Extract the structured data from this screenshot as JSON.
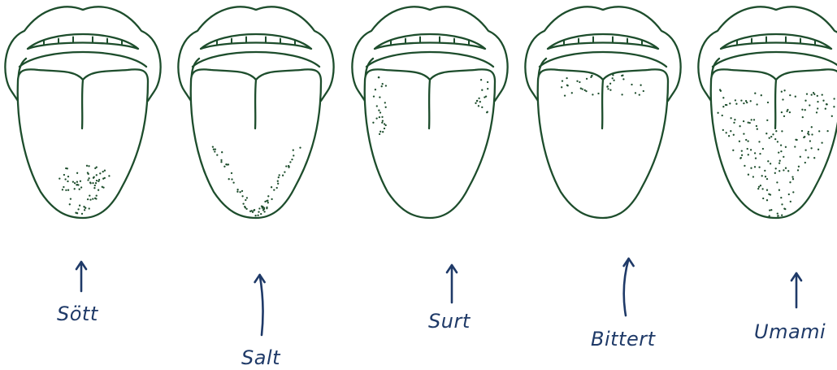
{
  "colors": {
    "line": "#1d4d2c",
    "dots": "#1d4d2c",
    "label": "#1f3a68",
    "arrow": "#1f3a68",
    "background": "#ffffff"
  },
  "tongues": [
    {
      "id": "sott",
      "label": "Sött",
      "region": "tip",
      "region_note": "sweet detected at the tip of the tongue"
    },
    {
      "id": "salt",
      "label": "Salt",
      "region": "lower-sides"
    },
    {
      "id": "surt",
      "label": "Surt",
      "region": "upper-sides"
    },
    {
      "id": "bittert",
      "label": "Bittert",
      "region": "back"
    },
    {
      "id": "umami",
      "label": "Umami",
      "region": "whole"
    }
  ]
}
